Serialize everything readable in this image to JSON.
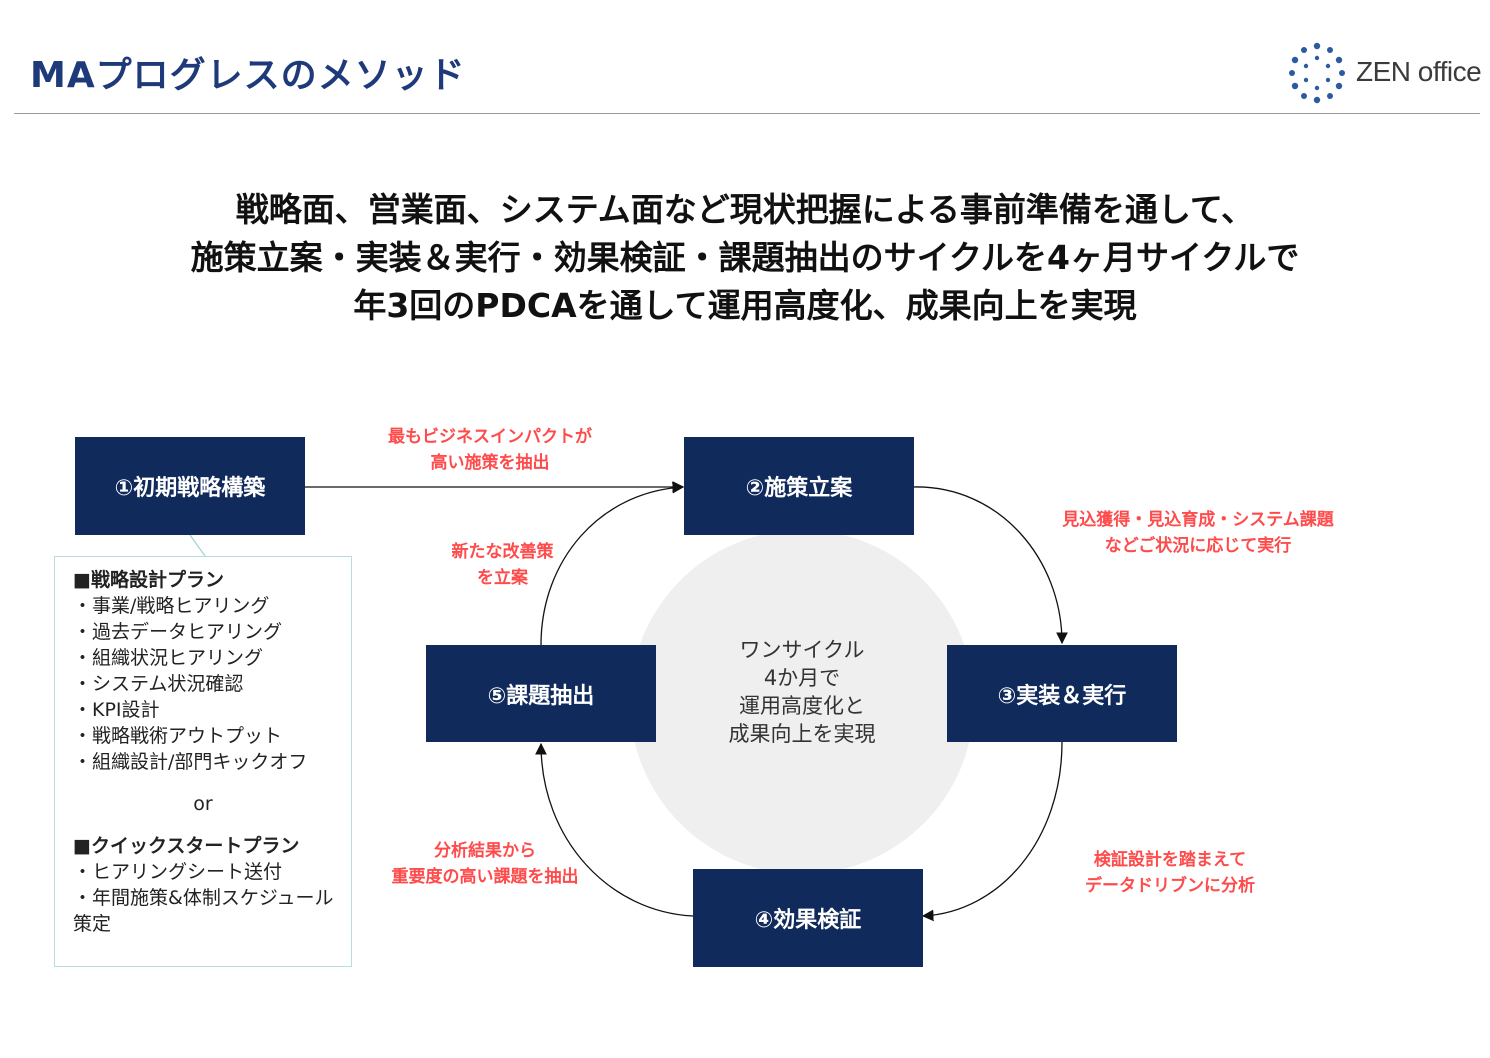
{
  "header": {
    "title": "MAプログレスのメソッド",
    "logo_text": "ZEN office"
  },
  "headline": {
    "line1": "戦略面、営業面、システム面など現状把握による事前準備を通して、",
    "line2": "施策立案・実装＆実行・効果検証・課題抽出のサイクルを4ヶ月サイクルで",
    "line3": "年3回のPDCAを通して運用高度化、成果向上を実現"
  },
  "steps": {
    "step1": "①初期戦略構築",
    "step2": "②施策立案",
    "step3": "③実装＆実行",
    "step4": "④効果検証",
    "step5": "⑤課題抽出"
  },
  "arrow_labels": {
    "s1_to_s2": [
      "最もビジネスインパクトが",
      "高い施策を抽出"
    ],
    "s2_to_s3": [
      "見込獲得・見込育成・システム課題",
      "などご状況に応じて実行"
    ],
    "s3_to_s4": [
      "検証設計を踏まえて",
      "データドリブンに分析"
    ],
    "s4_to_s5": [
      "分析結果から",
      "重要度の高い課題を抽出"
    ],
    "s5_to_s2": [
      "新たな改善策",
      "を立案"
    ]
  },
  "center": {
    "lines": [
      "ワンサイクル",
      "4か月で",
      "運用高度化と",
      "成果向上を実現"
    ]
  },
  "plans": {
    "strategy_title": "■戦略設計プラン",
    "strategy_items": [
      "・事業/戦略ヒアリング",
      "・過去データヒアリング",
      "・組織状況ヒアリング",
      "・システム状況確認",
      "・KPI設計",
      "・戦略戦術アウトプット",
      "・組織設計/部門キックオフ"
    ],
    "or_label": "or",
    "quick_title": "■クイックスタートプラン",
    "quick_items": [
      "・ヒアリングシート送付",
      "・年間施策&体制スケジュール策定"
    ]
  },
  "colors": {
    "box_fill": "#102a5c",
    "accent_red": "#ff4b4b",
    "title_blue": "#1f3a7a",
    "center_circle": "#efefef",
    "logo_dots": "#2a5aa0"
  }
}
